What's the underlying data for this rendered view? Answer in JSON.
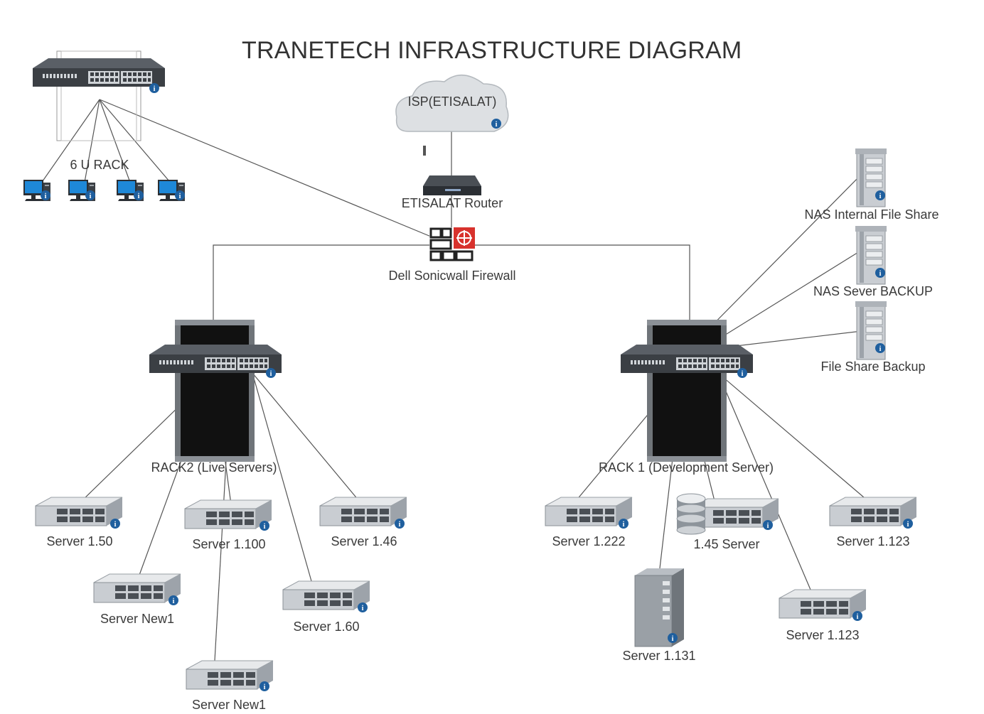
{
  "title": "TRANETECH INFRASTRUCTURE DIAGRAM",
  "colors": {
    "line": "#555555",
    "device_dark": "#3b3f44",
    "info_badge": "#1f5f9e",
    "firewall_red": "#d8322d",
    "monitor_blue": "#1e88d8"
  },
  "nodes": {
    "rack6u": {
      "label": "6 U RACK",
      "icon": "network-switch-icon"
    },
    "isp": {
      "label": "ISP(ETISALAT)",
      "icon": "cloud-icon"
    },
    "router": {
      "label": "ETISALAT Router",
      "icon": "router-icon"
    },
    "firewall": {
      "label": "Dell Sonicwall Firewall",
      "icon": "firewall-icon"
    },
    "rack2": {
      "label": "RACK2 (Live Servers)",
      "icon": "server-rack-icon"
    },
    "rack1": {
      "label": "RACK 1 (Development Server)",
      "icon": "server-rack-icon"
    },
    "nas_internal": {
      "label": "NAS Internal File Share",
      "icon": "nas-tower-icon"
    },
    "nas_backup": {
      "label": "NAS Sever BACKUP",
      "icon": "nas-tower-icon"
    },
    "fileshare_backup": {
      "label": "File Share Backup",
      "icon": "nas-tower-icon"
    },
    "s150": {
      "label": "Server 1.50",
      "icon": "rack-server-icon"
    },
    "s1100": {
      "label": "Server 1.100",
      "icon": "rack-server-icon"
    },
    "s146": {
      "label": "Server 1.46",
      "icon": "rack-server-icon"
    },
    "snew1a": {
      "label": "Server New1",
      "icon": "rack-server-icon"
    },
    "s160": {
      "label": "Server 1.60",
      "icon": "rack-server-icon"
    },
    "snew1b": {
      "label": "Server New1",
      "icon": "rack-server-icon"
    },
    "s1222": {
      "label": "Server 1.222",
      "icon": "rack-server-icon"
    },
    "s145": {
      "label": "1.45 Server",
      "icon": "rack-server-icon"
    },
    "s1123a": {
      "label": "Server 1.123",
      "icon": "rack-server-icon"
    },
    "s1131": {
      "label": "Server 1.131",
      "icon": "tower-server-icon"
    },
    "s1123b": {
      "label": "Server 1.123",
      "icon": "rack-server-icon"
    }
  }
}
